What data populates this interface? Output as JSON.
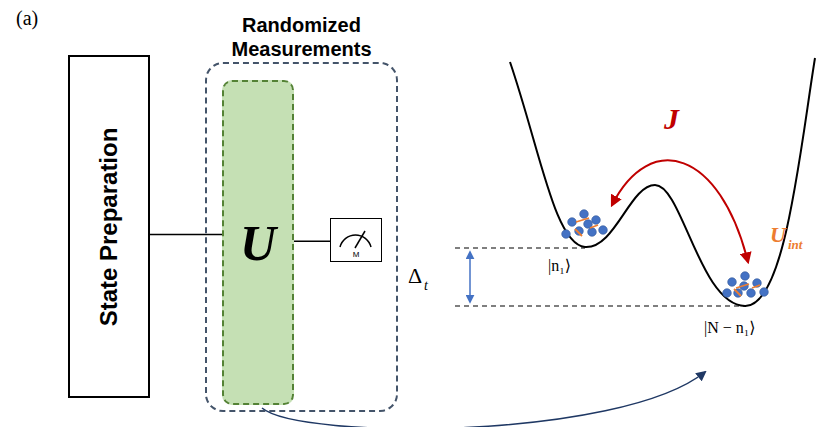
{
  "diagram": {
    "nodes": [
      {
        "text": [
          "State Preparation"
        ]
      },
      {
        "text": [
          "Randomized Measurements"
        ]
      },
      {
        "text": [
          "U"
        ],
        "in": 1
      },
      {
        "text": [
          "M"
        ],
        "in": 1
      }
    ],
    "edges": [
      {
        "from": 0,
        "to": 2,
        "arrow": "none"
      },
      {
        "from": 2,
        "to": 3,
        "arrow": "none"
      }
    ],
    "labels": [
      "(a)",
      "J",
      "Δ",
      "t",
      "|n₁⟩",
      "|N − n₁⟩",
      "U",
      "int"
    ]
  }
}
